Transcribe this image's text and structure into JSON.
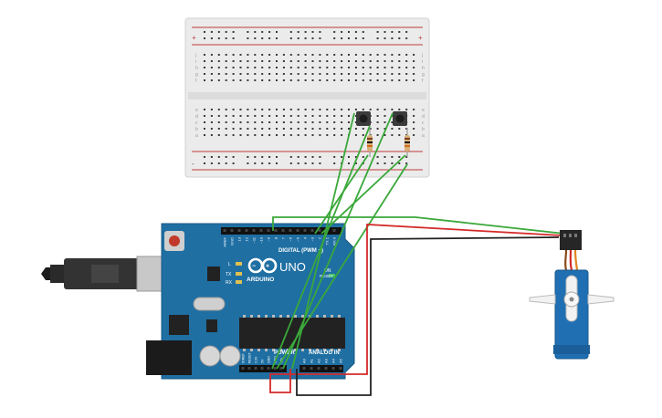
{
  "colors": {
    "background": "#ffffff",
    "breadboard": "#e9e9e9",
    "arduino_board": "#1f6fa3",
    "arduino_dark": "#164f78",
    "wire_green": "#3aa83a",
    "wire_red": "#d42a2a",
    "wire_black": "#222222",
    "servo_body": "#1f6fb2",
    "resistor": "#d8b07a"
  },
  "arduino": {
    "brand": "ARDUINO",
    "model": "UNO",
    "digital_label": "DIGITAL (PWM ~)",
    "power_label": "POWER",
    "analog_label": "ANALOG IN",
    "reset_label": "RESET",
    "led_l": "L",
    "led_tx": "TX",
    "led_rx": "RX",
    "on_label": "ON",
    "icsp_label": "ICSP",
    "digital_pins": [
      "AREF",
      "GND",
      "13",
      "12",
      "~11",
      "~10",
      "~9",
      "8",
      "7",
      "~6",
      "~5",
      "4",
      "~3",
      "2",
      "TX 1",
      "RX 0"
    ],
    "power_pins": [
      "IOREF",
      "RESET",
      "3.3V",
      "5V",
      "GND",
      "GND",
      "VIN"
    ],
    "analog_pins": [
      "A0",
      "A1",
      "A2",
      "A3",
      "A4",
      "A5"
    ]
  },
  "breadboard": {
    "row_letters_top": [
      "j",
      "i",
      "h",
      "g",
      "f"
    ],
    "row_letters_bottom": [
      "e",
      "d",
      "c",
      "b",
      "a"
    ],
    "plus": "+",
    "minus": "-"
  },
  "icons": {
    "usb": "usb-cable-icon",
    "servo": "servo-motor-icon",
    "button": "pushbutton-icon",
    "resistor": "resistor-icon"
  }
}
